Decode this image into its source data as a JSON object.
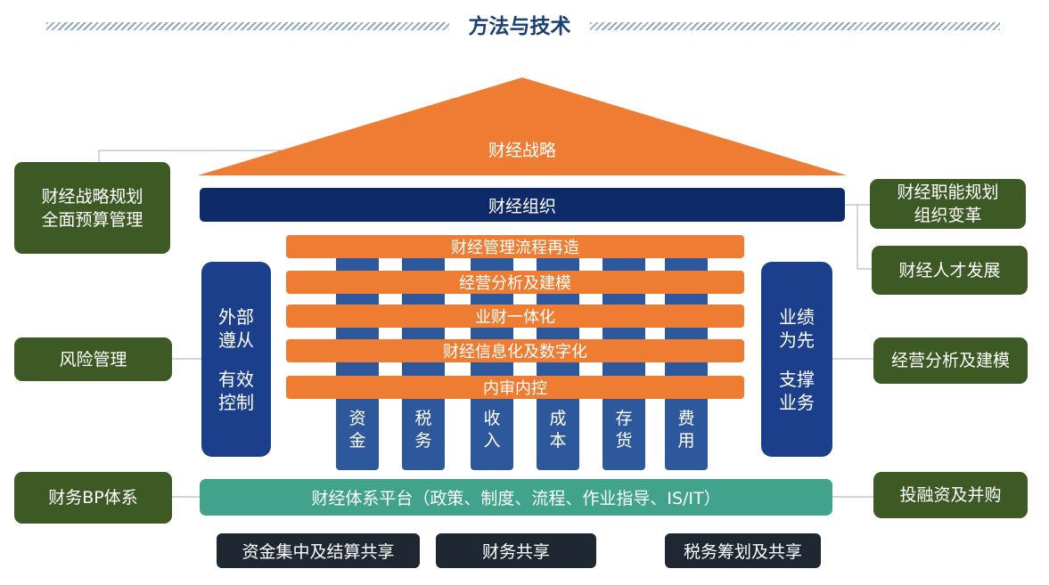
{
  "header": {
    "title": "方法与技术"
  },
  "roof": {
    "label": "财经战略"
  },
  "org_bar": {
    "label": "财经组织"
  },
  "left_pillar": {
    "top": [
      "外部",
      "遵从"
    ],
    "bottom": [
      "有效",
      "控制"
    ]
  },
  "right_pillar": {
    "top": [
      "业绩",
      "为先"
    ],
    "bottom": [
      "支撑",
      "业务"
    ]
  },
  "columns": [
    [
      "资",
      "金"
    ],
    [
      "税",
      "务"
    ],
    [
      "收",
      "入"
    ],
    [
      "成",
      "本"
    ],
    [
      "存",
      "货"
    ],
    [
      "费",
      "用"
    ]
  ],
  "bars": [
    "财经管理流程再造",
    "经营分析及建模",
    "业财一体化",
    "财经信息化及数字化",
    "内审内控"
  ],
  "platform": {
    "label": "财经体系平台（政策、制度、流程、作业指导、IS/IT）"
  },
  "shares": [
    "资金集中及结算共享",
    "财务共享",
    "税务筹划及共享"
  ],
  "left_boxes": [
    [
      "财经战略规划",
      "全面预算管理"
    ],
    [
      "风险管理"
    ],
    [
      "财务BP体系"
    ]
  ],
  "right_boxes": [
    [
      "财经职能规划",
      "组织变革"
    ],
    [
      "财经人才发展"
    ],
    [
      "经营分析及建模"
    ],
    [
      "投融资及并购"
    ]
  ],
  "colors": {
    "orange": "#ee7d33",
    "navy": "#0f2a68",
    "pillar_blue": "#1b3f8b",
    "column_blue": "#2e589c",
    "teal": "#40a38a",
    "dark_green": "#3d5a25",
    "charcoal": "#1f2733",
    "title_blue": "#1a3f72"
  }
}
